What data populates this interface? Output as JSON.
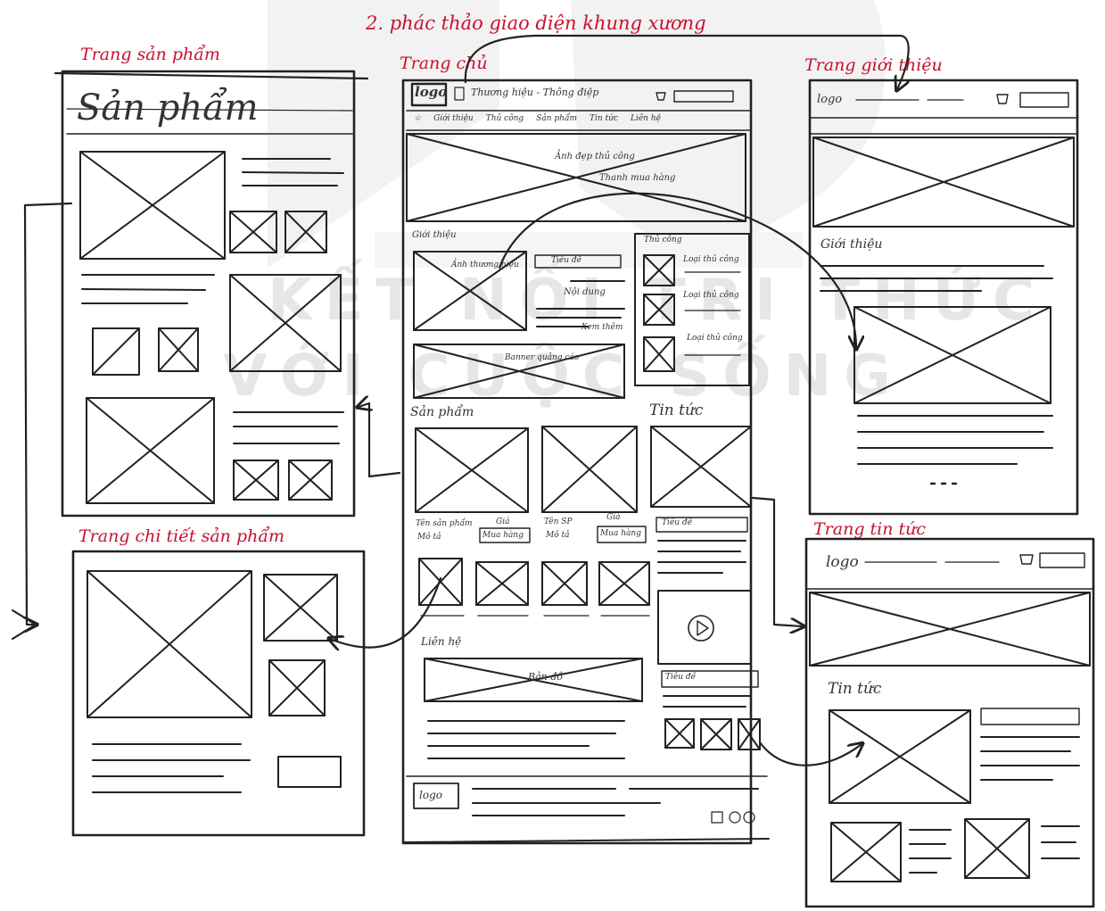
{
  "title": "2. phác thảo giao diện khung xương",
  "watermark": {
    "line1": "KẾT NỐI TRI THỨC",
    "line2": "VỚI CUỘC SỐNG"
  },
  "pages": {
    "home": "Trang chủ",
    "product": "Trang sản phẩm",
    "product_detail": "Trang chi tiết sản phẩm",
    "intro": "Trang giới thiệu",
    "news": "Trang tin tức"
  },
  "product_page": {
    "heading": "Sản phẩm"
  },
  "home": {
    "logo": "logo",
    "slogan": "Thương hiệu - Thông điệp",
    "nav": [
      "Giới thiệu",
      "Thủ công",
      "Sản phẩm",
      "Tin tức",
      "Liên hệ"
    ],
    "banner_1": "Ảnh đẹp thủ công",
    "banner_2": "Thanh mua hàng",
    "about_label": "Giới thiệu",
    "about_image": "Ảnh thương hiệu",
    "about_title": "Tiêu đề",
    "about_content": "Nội dung",
    "about_more": "Xem thêm",
    "craft_label": "Thủ công",
    "craft_items": [
      "Loại thủ công",
      "Loại thủ công",
      "Loại thủ công"
    ],
    "banner_wide": "Banner quảng cáo",
    "products_label": "Sản phẩm",
    "news_label": "Tin tức",
    "prod_name_1": "Tên sản phẩm",
    "prod_desc_1": "Mô tả",
    "buy_1_top": "Giá",
    "buy_1": "Mua hàng",
    "prod_name_2": "Tên SP",
    "prod_desc_2": "Mô tả",
    "buy_2_top": "Giá",
    "buy_2": "Mua hàng",
    "news_title_1": "Tiêu đề",
    "news_title_2": "Tiêu đề",
    "contact_label": "Liên hệ",
    "map_label": "Bản đồ",
    "footer_logo": "logo"
  },
  "intro_page": {
    "logo": "logo",
    "heading": "Giới thiệu"
  },
  "news_page": {
    "logo": "logo",
    "heading": "Tin tức"
  }
}
